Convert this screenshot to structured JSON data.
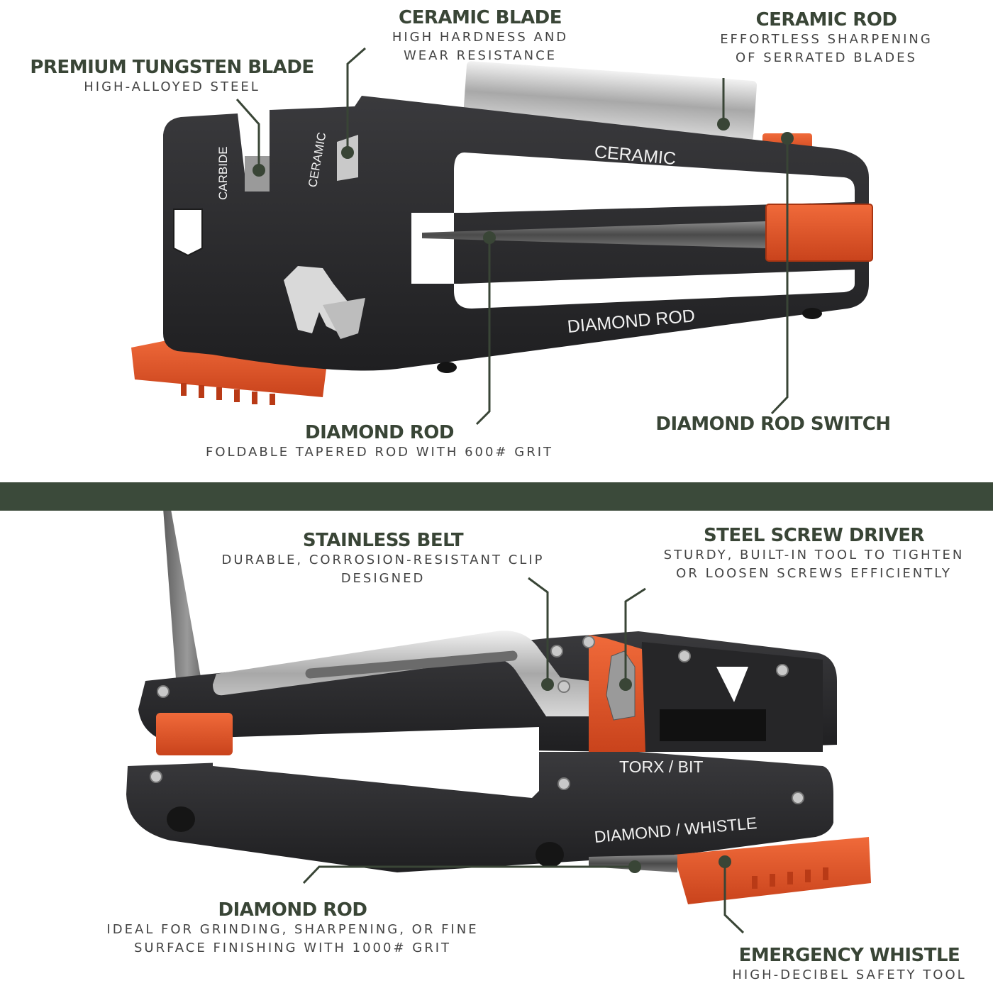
{
  "accent_color": "#e4552a",
  "body_color": "#2b2b2d",
  "label_color": "#394536",
  "divider_color": "#3b4a3a",
  "top_product": {
    "labels": {
      "carbide": "CARBIDE",
      "ceramic_slot": "CERAMIC",
      "ceramic_arm": "CERAMIC",
      "diamond_arm": "DIAMOND ROD"
    },
    "logo": "wolf-logo-icon"
  },
  "bottom_product": {
    "labels": {
      "torx": "TORX / BIT",
      "diamond_whistle": "DIAMOND / WHISTLE"
    }
  },
  "callouts": {
    "ceramic_blade": {
      "title": "CERAMIC BLADE",
      "desc": [
        "HIGH HARDNESS AND",
        "WEAR RESISTANCE"
      ]
    },
    "ceramic_rod": {
      "title": "CERAMIC ROD",
      "desc": [
        "EFFORTLESS SHARPENING",
        "OF SERRATED BLADES"
      ]
    },
    "tungsten_blade": {
      "title": "PREMIUM TUNGSTEN BLADE",
      "desc": [
        "HIGH-ALLOYED STEEL"
      ]
    },
    "diamond_rod_top": {
      "title": "DIAMOND ROD",
      "desc": [
        "FOLDABLE TAPERED ROD WITH 600# GRIT"
      ]
    },
    "diamond_rod_switch": {
      "title": "DIAMOND ROD SWITCH",
      "desc": []
    },
    "stainless_belt": {
      "title": "STAINLESS BELT",
      "desc": [
        "DURABLE, CORROSION-RESISTANT CLIP",
        "DESIGNED"
      ]
    },
    "screw_driver": {
      "title": "STEEL SCREW DRIVER",
      "desc": [
        "STURDY, BUILT-IN TOOL TO TIGHTEN",
        "OR LOOSEN SCREWS EFFICIENTLY"
      ]
    },
    "diamond_rod_bottom": {
      "title": "DIAMOND ROD",
      "desc": [
        "IDEAL FOR GRINDING, SHARPENING, OR FINE",
        "SURFACE FINISHING WITH 1000# GRIT"
      ]
    },
    "emergency_whistle": {
      "title": "EMERGENCY WHISTLE",
      "desc": [
        "HIGH-DECIBEL SAFETY TOOL"
      ]
    }
  }
}
